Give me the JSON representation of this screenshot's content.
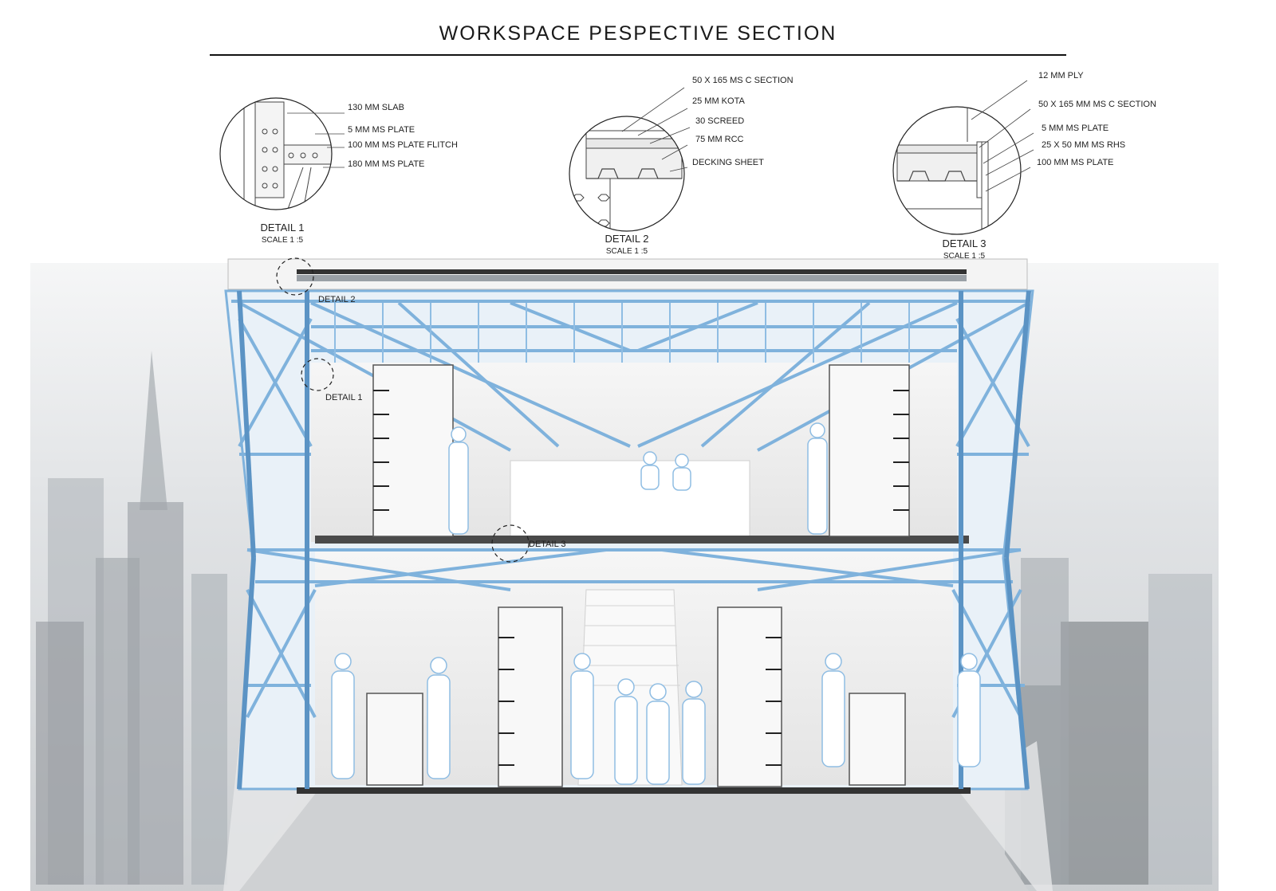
{
  "title": "WORKSPACE PESPECTIVE SECTION",
  "details": [
    {
      "name": "DETAIL 1",
      "scale": "SCALE 1 :5",
      "labels": [
        "130 MM SLAB",
        "5 MM MS PLATE",
        "100 MM MS PLATE FLITCH",
        "180 MM MS PLATE"
      ]
    },
    {
      "name": "DETAIL 2",
      "scale": "SCALE 1 :5",
      "labels": [
        "50 X 165 MS C SECTION",
        "25 MM KOTA",
        "30 SCREED",
        "75 MM RCC",
        "DECKING SHEET"
      ]
    },
    {
      "name": "DETAIL 3",
      "scale": "SCALE 1 :5",
      "labels": [
        "12 MM PLY",
        "50 X 165 MM MS C SECTION",
        "5 MM MS PLATE",
        "25 X 50 MM MS RHS",
        "100 MM MS PLATE"
      ]
    }
  ],
  "callouts": [
    "DETAIL 2",
    "DETAIL 1",
    "DETAIL 3"
  ],
  "colors": {
    "steel": "#7fb2dc",
    "steel_dark": "#5b93c4",
    "line": "#333333",
    "haze": "#d9dcdf",
    "interior": "#eeeeee"
  }
}
